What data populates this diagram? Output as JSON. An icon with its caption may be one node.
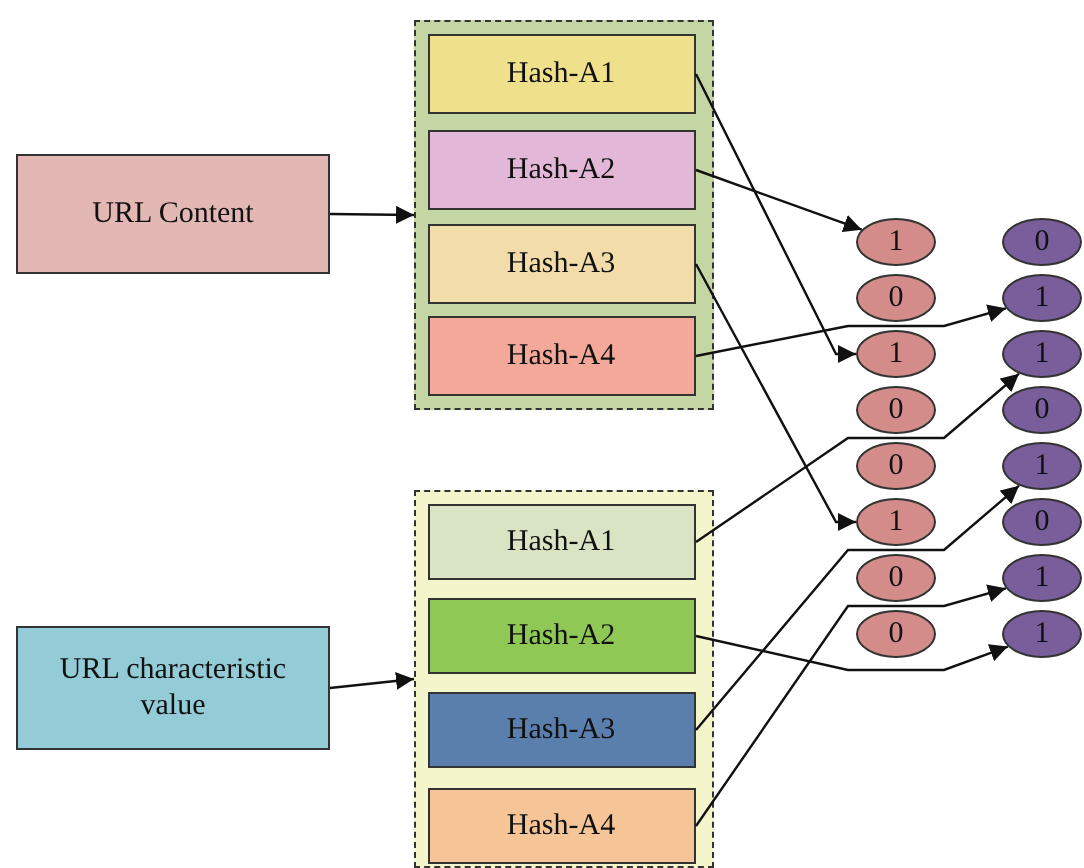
{
  "diagram": {
    "nodes": [
      {
        "text": [
          "URL Content"
        ]
      },
      {
        "text": [],
        "shape": "box"
      },
      {
        "text": [
          "Hash-A1"
        ],
        "in": 1
      },
      {
        "text": [
          "Hash-A2"
        ],
        "in": 1
      },
      {
        "text": [
          "Hash-A3"
        ],
        "in": 1
      },
      {
        "text": [
          "Hash-A4"
        ],
        "in": 1
      },
      {
        "text": [
          "URL characteristic value"
        ]
      },
      {
        "text": [],
        "shape": "box"
      },
      {
        "text": [
          "Hash-A1"
        ],
        "in": 7
      },
      {
        "text": [
          "Hash-A2"
        ],
        "in": 7
      },
      {
        "text": [
          "Hash-A3"
        ],
        "in": 7
      },
      {
        "text": [
          "Hash-A4"
        ],
        "in": 7
      },
      {
        "text": [
          "1"
        ]
      },
      {
        "text": [
          "0"
        ]
      },
      {
        "text": [
          "1"
        ]
      },
      {
        "text": [
          "0"
        ]
      },
      {
        "text": [
          "0"
        ]
      },
      {
        "text": [
          "1"
        ]
      },
      {
        "text": [
          "0"
        ]
      },
      {
        "text": [
          "0"
        ]
      },
      {
        "text": [
          "0"
        ]
      },
      {
        "text": [
          "1"
        ]
      },
      {
        "text": [
          "1"
        ]
      },
      {
        "text": [
          "0"
        ]
      },
      {
        "text": [
          "1"
        ]
      },
      {
        "text": [
          "0"
        ]
      },
      {
        "text": [
          "1"
        ]
      },
      {
        "text": [
          "1"
        ]
      }
    ],
    "edges": [
      {
        "from": 0,
        "to": 1,
        "arrow": "to"
      },
      {
        "from": 6,
        "to": 7,
        "arrow": "to"
      },
      {
        "from": 2,
        "to": 14,
        "arrow": "to"
      },
      {
        "from": 3,
        "to": 12,
        "arrow": "to"
      },
      {
        "from": 4,
        "to": 17,
        "arrow": "to"
      },
      {
        "from": 5,
        "to": 21,
        "arrow": "to"
      },
      {
        "from": 8,
        "to": 22,
        "arrow": "to"
      },
      {
        "from": 9,
        "to": 27,
        "arrow": "to"
      },
      {
        "from": 10,
        "to": 24,
        "arrow": "to"
      },
      {
        "from": 11,
        "to": 26,
        "arrow": "to"
      }
    ]
  }
}
